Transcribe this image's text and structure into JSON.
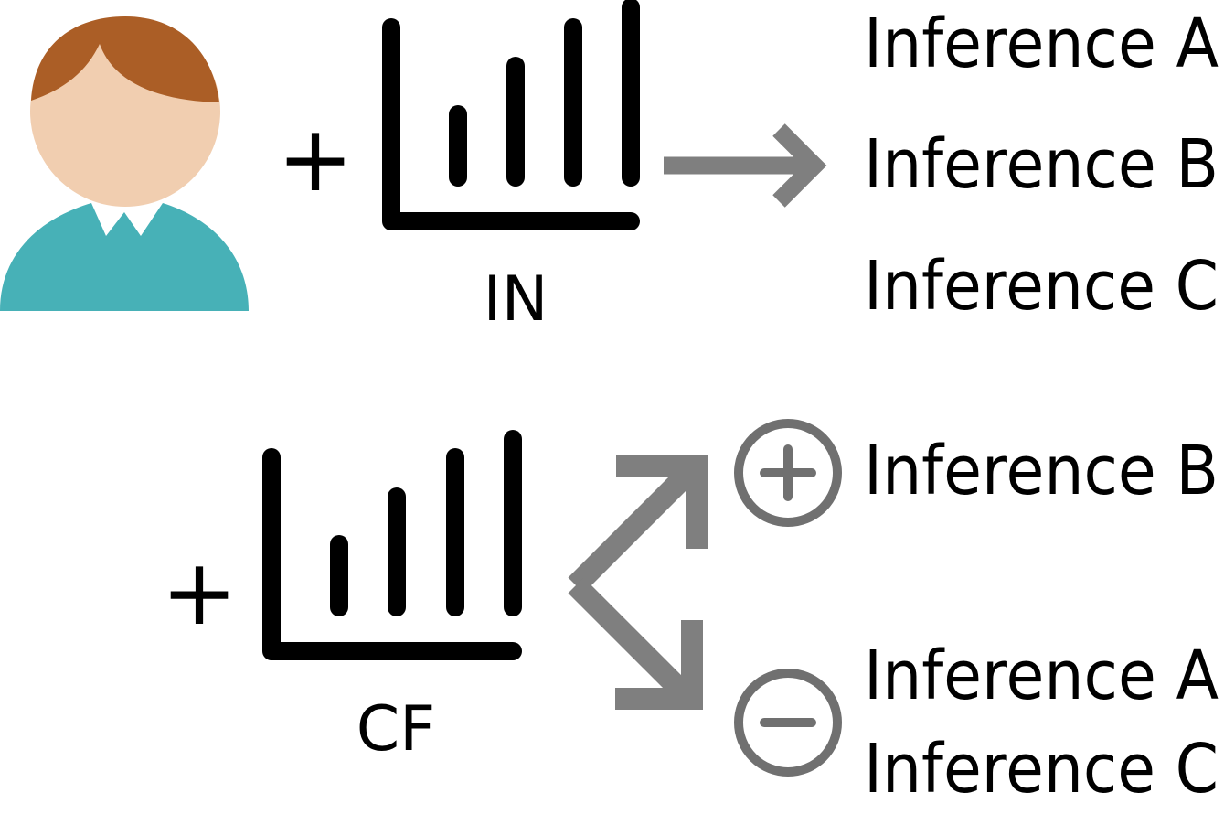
{
  "top": {
    "plus_sign": "+",
    "chart_label": "IN",
    "inferences": [
      "Inference A",
      "Inference B",
      "Inference C"
    ]
  },
  "bottom": {
    "plus_sign": "+",
    "chart_label": "CF",
    "positive_symbol": "+",
    "positive_inferences": [
      "Inference B"
    ],
    "negative_inferences": [
      "Inference A",
      "Inference C"
    ]
  },
  "colors": {
    "hair": "#ab5e26",
    "skin": "#f1ceb0",
    "shirt": "#47b1b7",
    "arrow": "#7f7f7f",
    "circle": "#707070",
    "ink": "#000000"
  },
  "icons": {
    "user": "person-avatar-icon",
    "chart": "bar-chart-icon",
    "arrow": "arrow-icon",
    "plus_circle": "plus-circle-icon",
    "minus_circle": "minus-circle-icon"
  }
}
